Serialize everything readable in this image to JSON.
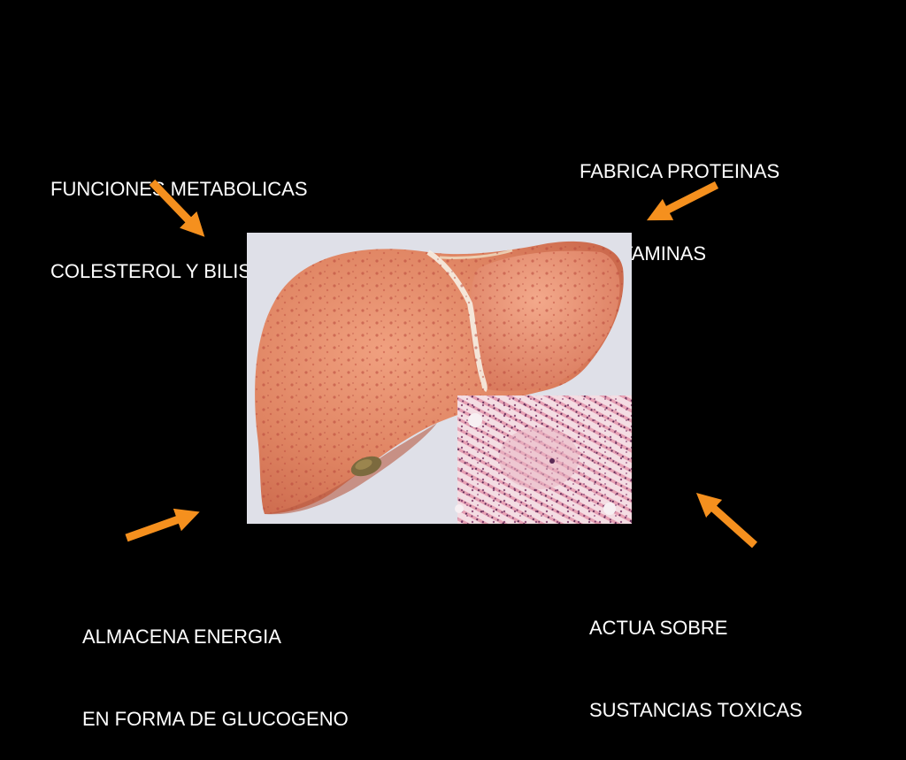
{
  "labels": {
    "top_left": [
      "FUNCIONES METABOLICAS",
      "COLESTEROL Y BILIS"
    ],
    "top_right": [
      "FABRICA PROTEINAS",
      " Y VITAMINAS"
    ],
    "bottom_left": [
      "ALMACENA ENERGIA",
      "EN FORMA DE GLUCOGENO"
    ],
    "bottom_right": [
      "ACTUA SOBRE",
      "SUSTANCIAS TOXICAS"
    ]
  },
  "colors": {
    "background": "#000000",
    "text": "#ffffff",
    "arrow": "#f5901e"
  },
  "image": {
    "subject": "liver-illustration",
    "inset": "liver-histology-micrograph"
  }
}
